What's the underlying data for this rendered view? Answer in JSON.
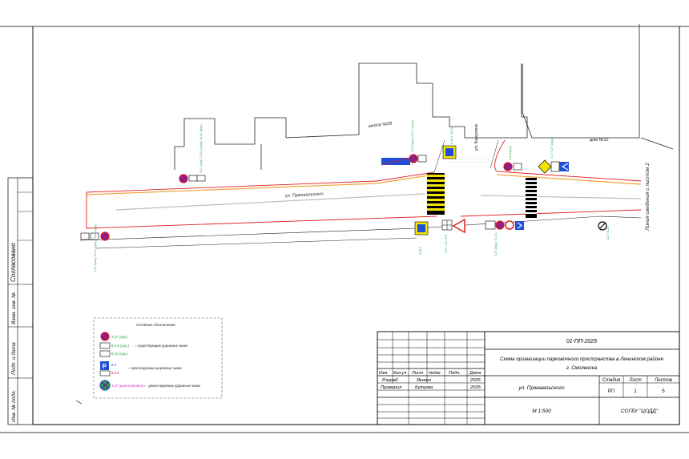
{
  "street_main": "ул. Пржевальского",
  "street_side": "ул. Бакунина",
  "school_label": "школа №28",
  "house_label": "дом №12",
  "side_note": "Линия сведения с листом 2",
  "side_stamp": {
    "agreed": "Согласовано",
    "inv_no": "Взам. инв. №",
    "sign_date": "Подп. и дата",
    "inv_orig": "Инв. № подл."
  },
  "legend": {
    "title": "Условные обозначения",
    "code_existing_1": "3.27 (сущ.)",
    "code_existing_2": "8.2.4 (сущ.)",
    "code_existing_3": "8.24 (сущ.)",
    "existing_label": "– существующие дорожные знаки",
    "code_proj_1": "6.4",
    "code_proj_2": "8.6.5",
    "projected_label": "– проектируемые дорожные знаки",
    "code_dismantle": "3.27 (демонтировать)",
    "dismantle_label": "– демонтируемые дорожные знаки"
  },
  "title_block": {
    "doc_code": "01-ПП-2025",
    "project_title_1": "Схема организации парковочного пространства в Ленинском районе",
    "project_title_2": "г. Смоленска",
    "col_izm": "Изм.",
    "col_kol": "Кол.уч",
    "col_list": "Лист",
    "col_ndoc": "№док.",
    "col_podp": "Подп.",
    "col_data": "Дата",
    "role_1": "Разраб.",
    "name_1": "Якшин",
    "date_1": "2025",
    "role_2": "Проверил",
    "name_2": "Купцова",
    "date_2": "2025",
    "sheet_title": "ул. Пржевальского",
    "stage_h": "Стадия",
    "list_h": "Лист",
    "lists_h": "Листов",
    "stage_v": "РП",
    "list_v": "1",
    "lists_v": "5",
    "scale": "М 1:500",
    "org": "СОГБУ \"ЦОДД\""
  },
  "sign_codes": {
    "g1": "3.27 (сущ.) / 8.2.4 (сущ.) / 8.24 (сущ.)",
    "g2": "3.27 (сущ.) / 8.2.4 (сущ.) / 8.24 (сущ.)",
    "g3": "3.27 (сущ.) / 8.2.4 (сущ.)",
    "g4": "5.19.1 / 8.2.5",
    "g5": "3.27 (сущ.)",
    "g6": "2.1 / 3.27 (сущ.)",
    "g7": "5.19.2",
    "g8": "3.27 / 3.1 / 5.5",
    "g9": "3.27 (сущ.) / 8.2.4",
    "g10": "3.27 / 8.24"
  },
  "colors": {
    "curb_red": "#e21d1d",
    "axis_orange": "#f0a23a",
    "sign_blue": "#1f4fd6",
    "sign_purple": "#7a1fa2",
    "legend_green": "#22a33a",
    "dismantle_magenta": "#d62fd6",
    "crossing_yellow": "#f4e400"
  }
}
